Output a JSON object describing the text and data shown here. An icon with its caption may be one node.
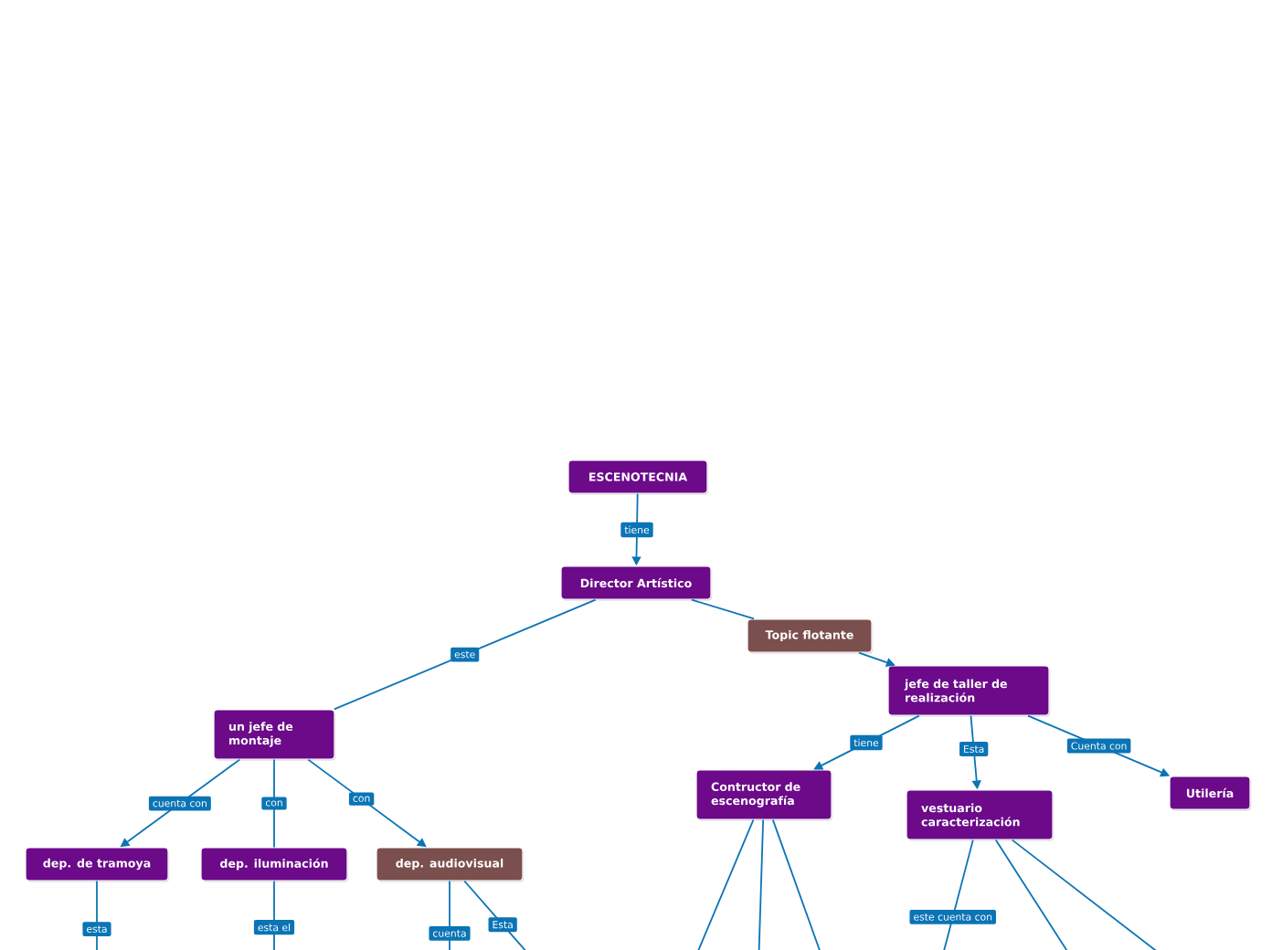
{
  "diagram": {
    "nodes": [
      {
        "text": [
          "ESCENOTECNIA"
        ]
      },
      {
        "text": [
          "Director Artístico"
        ]
      },
      {
        "text": [
          "Topic flotante"
        ]
      },
      {
        "text": [
          "jefe de taller de realización"
        ]
      },
      {
        "text": [
          "un jefe de montaje"
        ]
      },
      {
        "text": [
          "dep. de tramoya"
        ]
      },
      {
        "text": [
          "dep. iluminación"
        ]
      },
      {
        "text": [
          "dep. audiovisual"
        ]
      },
      {
        "text": [
          "Contructor de escenografía"
        ]
      },
      {
        "text": [
          "vestuario caracterización"
        ]
      },
      {
        "text": [
          "Utilería"
        ]
      }
    ],
    "edges": [
      {
        "from": 0,
        "to": 1,
        "arrow": "to",
        "label": "tiene"
      },
      {
        "from": 1,
        "to": 4,
        "arrow": "none",
        "label": "este"
      },
      {
        "from": 1,
        "to": 2,
        "arrow": "none"
      },
      {
        "from": 2,
        "to": 3,
        "arrow": "to"
      },
      {
        "from": 4,
        "to": 5,
        "arrow": "to",
        "label": "cuenta con"
      },
      {
        "from": 4,
        "to": 6,
        "arrow": "none",
        "label": "con"
      },
      {
        "from": 4,
        "to": 7,
        "arrow": "to",
        "label": "con"
      },
      {
        "from": 3,
        "to": 8,
        "arrow": "to",
        "label": "tiene"
      },
      {
        "from": 3,
        "to": 9,
        "arrow": "to",
        "label": "Esta"
      },
      {
        "from": 3,
        "to": 10,
        "arrow": "to",
        "label": "Cuenta con"
      },
      {
        "from": 5,
        "to": null,
        "arrow": "none",
        "label": "esta"
      },
      {
        "from": 6,
        "to": null,
        "arrow": "none",
        "label": "esta el"
      },
      {
        "from": 7,
        "to": null,
        "arrow": "none",
        "label": "cuenta"
      },
      {
        "from": 7,
        "to": null,
        "arrow": "none",
        "label": "Esta"
      },
      {
        "from": 8,
        "to": null,
        "arrow": "none"
      },
      {
        "from": 8,
        "to": null,
        "arrow": "none"
      },
      {
        "from": 8,
        "to": null,
        "arrow": "none"
      },
      {
        "from": 9,
        "to": null,
        "arrow": "none",
        "label": "este cuenta con"
      },
      {
        "from": 9,
        "to": null,
        "arrow": "none"
      },
      {
        "from": 9,
        "to": null,
        "arrow": "none"
      }
    ]
  }
}
